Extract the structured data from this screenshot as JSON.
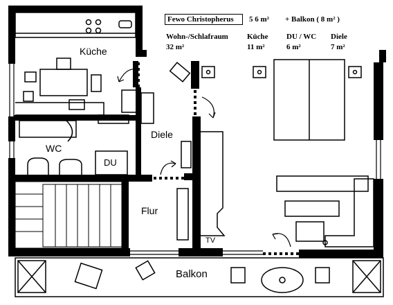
{
  "info": {
    "title": "Fewo Christopherus",
    "area_total": "5 6  m²",
    "balkon": "+ Balkon  ( 8 m² )",
    "rooms": [
      {
        "name": "Wohn-/Schlafraum",
        "area": "32 m²"
      },
      {
        "name": "Küche",
        "area": "11 m²"
      },
      {
        "name": "DU / WC",
        "area": "6 m²"
      },
      {
        "name": "Diele",
        "area": "7 m²"
      }
    ]
  },
  "labels": {
    "kueche": "Küche",
    "diele": "Diele",
    "wc": "WC",
    "du": "DU",
    "flur": "Flur",
    "tv": "TV",
    "balkon": "Balkon"
  }
}
